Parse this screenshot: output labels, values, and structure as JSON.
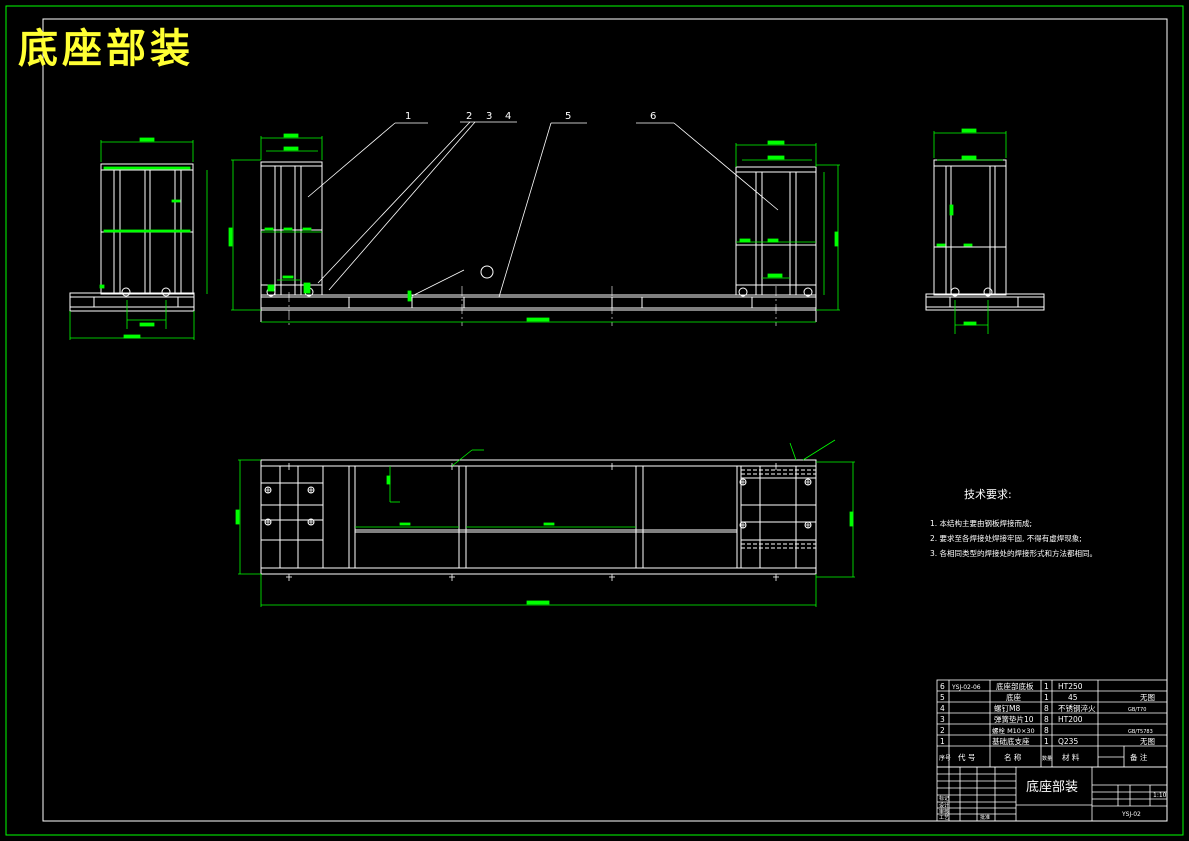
{
  "drawing_title": "底座部装",
  "tech_requirements": {
    "title": "技术要求:",
    "items": [
      "1. 本结构主要由钢板焊接而成;",
      "2. 要求至各焊接处焊接牢固, 不得有虚焊现象;",
      "3. 各相同类型的焊接处的焊接形式和方法都相同。"
    ]
  },
  "leaders": [
    "1",
    "2",
    "3",
    "4",
    "5",
    "6"
  ],
  "bom_rows": [
    {
      "no": "6",
      "code": "YSJ-02-06",
      "name": "底座部底板",
      "qty": "1",
      "material": "HT250",
      "note": ""
    },
    {
      "no": "5",
      "code": "",
      "name": "底座",
      "qty": "1",
      "material": "45",
      "note": "无图"
    },
    {
      "no": "4",
      "code": "",
      "name": "螺钉M8",
      "qty": "8",
      "material": "不锈钢淬火",
      "note": "GB/T70"
    },
    {
      "no": "3",
      "code": "",
      "name": "弹簧垫片10",
      "qty": "8",
      "material": "HT200",
      "note": ""
    },
    {
      "no": "2",
      "code": "",
      "name": "螺栓 M10×30",
      "qty": "8",
      "material": "",
      "note": "GB/T5783"
    },
    {
      "no": "1",
      "code": "",
      "name": "基础底支座",
      "qty": "1",
      "material": "Q235",
      "note": "无图"
    }
  ],
  "bom_header": {
    "no": "序号",
    "code": "代 号",
    "name": "名 称",
    "qty": "数量",
    "material": "材 料",
    "note": "备 注"
  },
  "title_block": {
    "name": "底座部装",
    "scale": "1:10",
    "drawing_no": "YSJ-02",
    "rows": [
      "标记",
      "设计",
      "审核",
      "工艺"
    ],
    "approve": "批准"
  }
}
